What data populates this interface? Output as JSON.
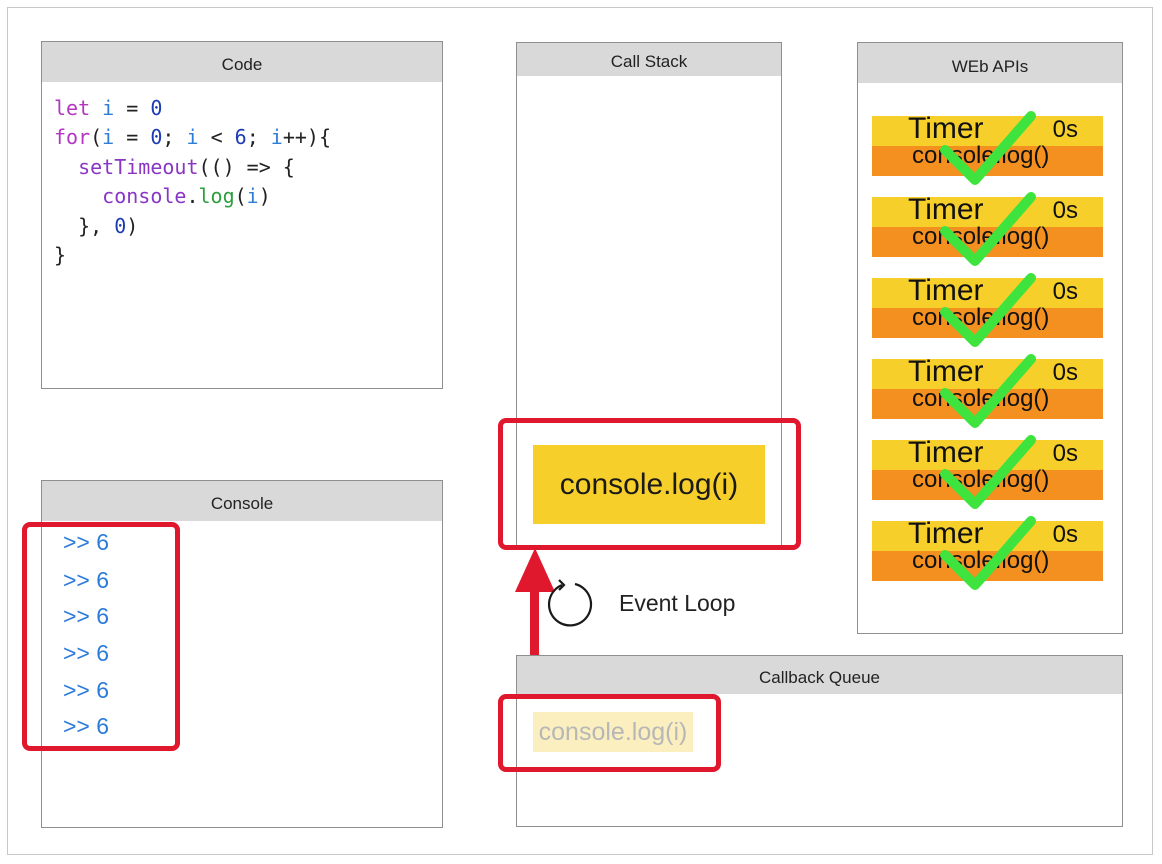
{
  "code": {
    "title": "Code",
    "lines": [
      [
        {
          "t": "let ",
          "c": "kw"
        },
        {
          "t": "i",
          "c": "var"
        },
        {
          "t": " = ",
          "c": "plain"
        },
        {
          "t": "0",
          "c": "num"
        }
      ],
      [
        {
          "t": "for",
          "c": "kw"
        },
        {
          "t": "(",
          "c": "plain"
        },
        {
          "t": "i",
          "c": "var"
        },
        {
          "t": " = ",
          "c": "plain"
        },
        {
          "t": "0",
          "c": "num"
        },
        {
          "t": "; ",
          "c": "plain"
        },
        {
          "t": "i",
          "c": "var"
        },
        {
          "t": " < ",
          "c": "plain"
        },
        {
          "t": "6",
          "c": "num"
        },
        {
          "t": "; ",
          "c": "plain"
        },
        {
          "t": "i",
          "c": "var"
        },
        {
          "t": "++){",
          "c": "plain"
        }
      ],
      [
        {
          "t": "  setTimeout",
          "c": "fn"
        },
        {
          "t": "(() => {",
          "c": "plain"
        }
      ],
      [
        {
          "t": "    console",
          "c": "fn"
        },
        {
          "t": ".",
          "c": "plain"
        },
        {
          "t": "log",
          "c": "fn2"
        },
        {
          "t": "(",
          "c": "plain"
        },
        {
          "t": "i",
          "c": "var"
        },
        {
          "t": ")",
          "c": "plain"
        }
      ],
      [
        {
          "t": "  }, ",
          "c": "plain"
        },
        {
          "t": "0",
          "c": "num"
        },
        {
          "t": ")",
          "c": "plain"
        }
      ],
      [
        {
          "t": "}",
          "c": "plain"
        }
      ]
    ]
  },
  "console": {
    "title": "Console",
    "lines": [
      ">> 6",
      ">> 6",
      ">> 6",
      ">> 6",
      ">> 6",
      ">> 6"
    ]
  },
  "call_stack": {
    "title": "Call Stack",
    "item": "console.log(i)"
  },
  "event_loop": {
    "label": "Event Loop",
    "icon": "refresh-icon"
  },
  "web_apis": {
    "title": "WEb APIs",
    "timers": [
      {
        "label": "Timer",
        "delay": "0s",
        "callback": "console.log()",
        "done": true
      },
      {
        "label": "Timer",
        "delay": "0s",
        "callback": "console.log()",
        "done": true
      },
      {
        "label": "Timer",
        "delay": "0s",
        "callback": "console.log()",
        "done": true
      },
      {
        "label": "Timer",
        "delay": "0s",
        "callback": "console.log()",
        "done": true
      },
      {
        "label": "Timer",
        "delay": "0s",
        "callback": "console.log()",
        "done": true
      },
      {
        "label": "Timer",
        "delay": "0s",
        "callback": "console.log()",
        "done": true
      }
    ]
  },
  "callback_queue": {
    "title": "Callback Queue",
    "item": "console.log(i)"
  },
  "colors": {
    "highlight": "#e0182d",
    "timer_top": "#f7cf2a",
    "timer_bottom": "#f4901f",
    "check": "#3ee33e",
    "console_text": "#2b7bdc"
  }
}
